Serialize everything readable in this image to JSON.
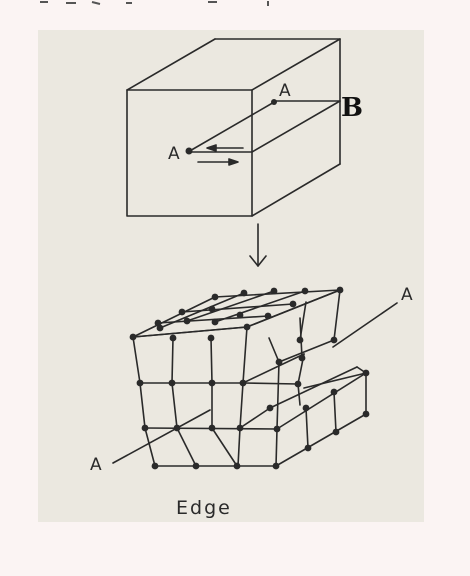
{
  "labels": {
    "top_point": "A",
    "vector_label": "B",
    "left_point": "A",
    "right_point": "A",
    "bottom_point": "A",
    "caption": "Edge"
  },
  "colors": {
    "background": "#fbf4f3",
    "plate": "#ebe8e0",
    "ink": "#2a2a2a",
    "pen": "#111111"
  }
}
